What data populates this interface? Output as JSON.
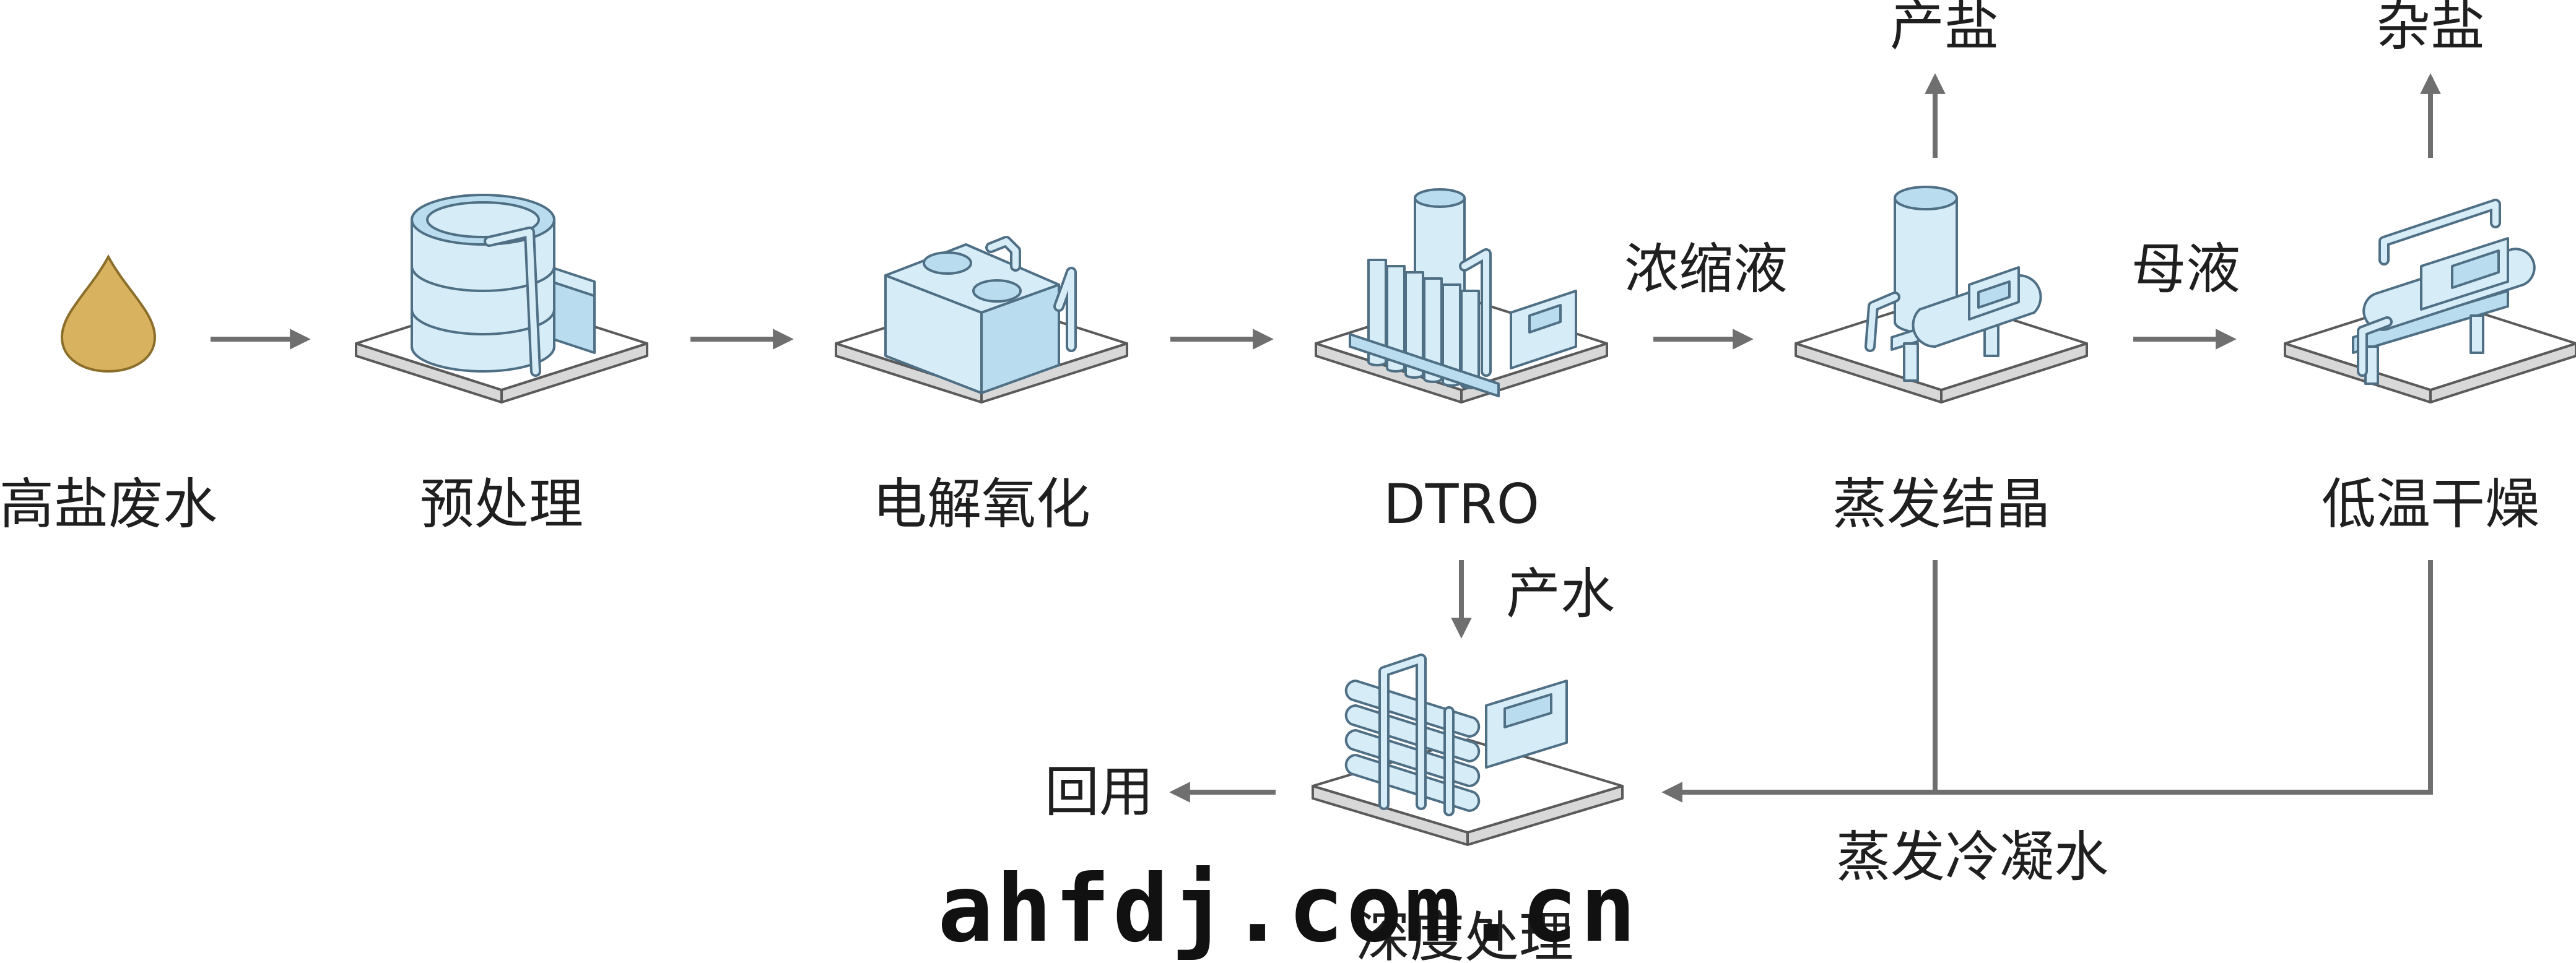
{
  "colors": {
    "equipment_fill": "#d6ecf7",
    "equipment_stroke": "#4f6f85",
    "droplet": "#d9b25f",
    "arrow": "#6f6f6f",
    "text": "#1f1f1f"
  },
  "nodes": {
    "raw": {
      "label": "高盐废水",
      "icon": "droplet-icon"
    },
    "pretreat": {
      "label": "预处理",
      "icon": "tank-icon"
    },
    "electro": {
      "label": "电解氧化",
      "icon": "electrolysis-cell-icon"
    },
    "dtro": {
      "label": "DTRO",
      "icon": "membrane-unit-icon"
    },
    "evap": {
      "label": "蒸发结晶",
      "icon": "evaporator-icon"
    },
    "dry": {
      "label": "低温干燥",
      "icon": "dryer-icon"
    },
    "deep": {
      "label": "深度处理",
      "icon": "deep-treatment-icon"
    }
  },
  "flows": {
    "concentrate": "浓缩液",
    "mother_liquor": "母液",
    "product_water": "产水",
    "product_salt": "产盐",
    "mixed_salt": "杂盐",
    "condensate": "蒸发冷凝水",
    "reuse": "回用"
  },
  "watermark": "ahfdj.com.cn"
}
